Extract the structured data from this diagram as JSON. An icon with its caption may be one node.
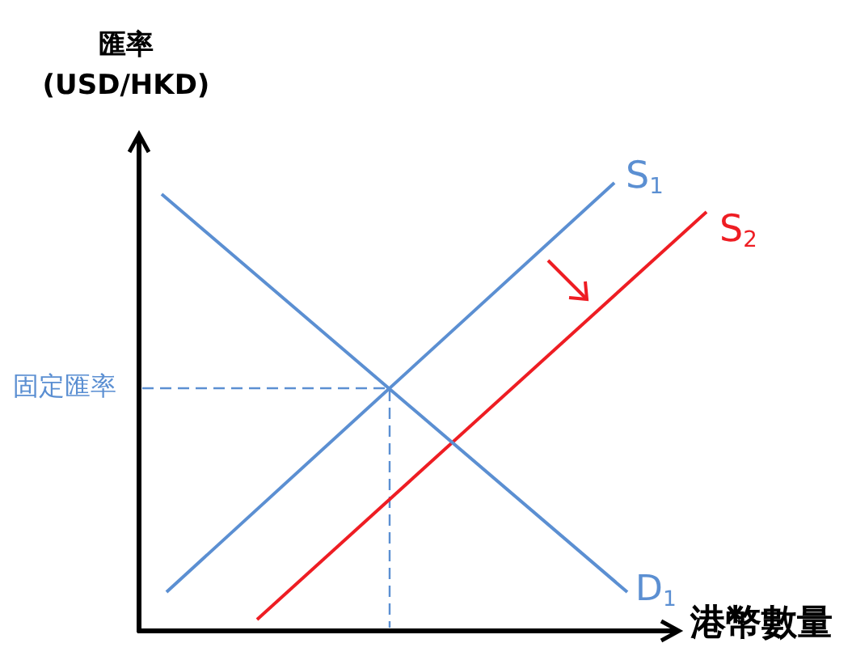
{
  "diagram": {
    "labels": [
      "匯率 (USD/HKD)",
      "S$_{1}$",
      "S$_{2}$",
      "固定匯率",
      "D$_{1}$",
      "港幣數量"
    ]
  }
}
